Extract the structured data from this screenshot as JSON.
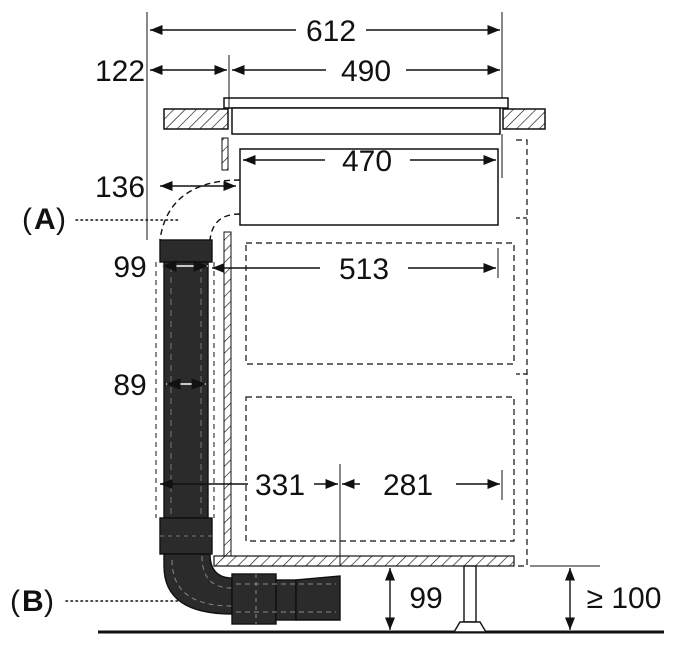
{
  "dimensions": {
    "d612": "612",
    "d122": "122",
    "d490": "490",
    "d470": "470",
    "d136": "136",
    "d99_duct": "99",
    "d513": "513",
    "d89": "89",
    "d331": "331",
    "d281": "281",
    "d99_plinth": "99",
    "d100": "≥ 100"
  },
  "callouts": {
    "a": {
      "open": "(",
      "letter": "A",
      "close": ")"
    },
    "b": {
      "open": "(",
      "letter": "B",
      "close": ")"
    }
  }
}
